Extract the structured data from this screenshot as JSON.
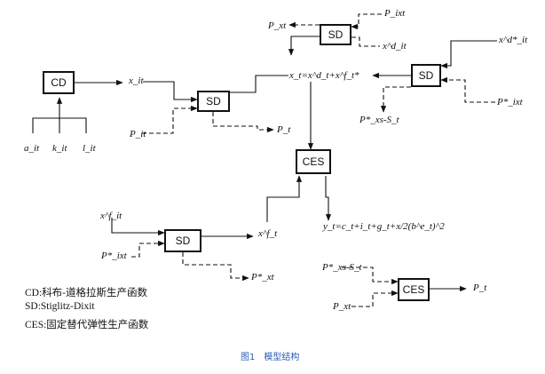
{
  "blocks": {
    "cd": "CD",
    "sd_main": "SD",
    "sd_top": "SD",
    "sd_right": "SD",
    "sd_lower": "SD",
    "ces_main": "CES",
    "ces_lower": "CES"
  },
  "labels": {
    "a_it": "a_it",
    "k_it": "k_it",
    "l_it": "l_it",
    "x_it": "x_it",
    "p_it": "P_it",
    "p_t_main": "P_t",
    "p_xt_top": "P_xt",
    "p_ixt_top": "P_ixt",
    "x_d_it": "x^d_it",
    "x_t_eq": "x_t=x^d_t+x^f_t*",
    "x_d_it_star": "x^d*_it",
    "p_xs_s_right": "P*_xs-S_t",
    "p_ixt_star_right": "P*_ixt",
    "x_f_it": "x^f_it",
    "p_ixt_star_lower": "P*_ixt",
    "x_f_t": "x^f_t",
    "p_xt_star_lower": "P*_xt",
    "y_eq": "y_t=c_t+i_t+g_t+x/2(b^e_t)^2",
    "p_xs_s_lower": "P*_xs-S_t",
    "p_xt_lower": "P_xt",
    "p_t_lower": "P_t"
  },
  "legend": {
    "cd": "CD:科布-道格拉斯生产函数",
    "sd": "SD:Stiglitz-Dixit",
    "ces": "CES:固定替代弹性生产函数"
  },
  "caption": "图1　模型结构"
}
